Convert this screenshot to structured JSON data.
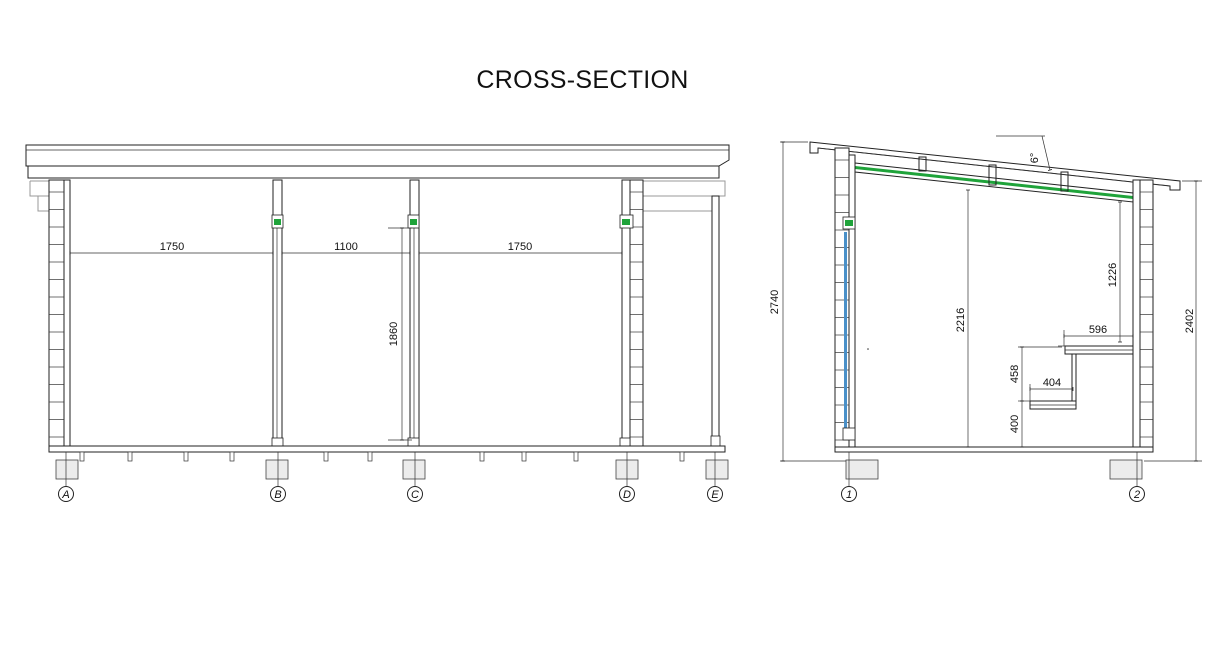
{
  "title": "CROSS-SECTION",
  "colors": {
    "line": "#222222",
    "insulation_green": "#1fa33a",
    "glass_blue": "#4a90c8",
    "concrete": "#ececec"
  },
  "left_section": {
    "axes": [
      "A",
      "B",
      "C",
      "D",
      "E"
    ],
    "dimensions": {
      "span_ab": "1750",
      "span_bc": "1100",
      "span_cd": "1750",
      "door_height": "1860"
    }
  },
  "right_section": {
    "axes": [
      "1",
      "2"
    ],
    "dimensions": {
      "total_height_left": "2740",
      "total_height_right": "2402",
      "interior_height": "2216",
      "upper_gap": "1226",
      "bench_upper_depth": "596",
      "bench_lower_depth": "404",
      "bench_step_height": "458",
      "bench_low_height": "400",
      "roof_pitch": "6°"
    }
  }
}
